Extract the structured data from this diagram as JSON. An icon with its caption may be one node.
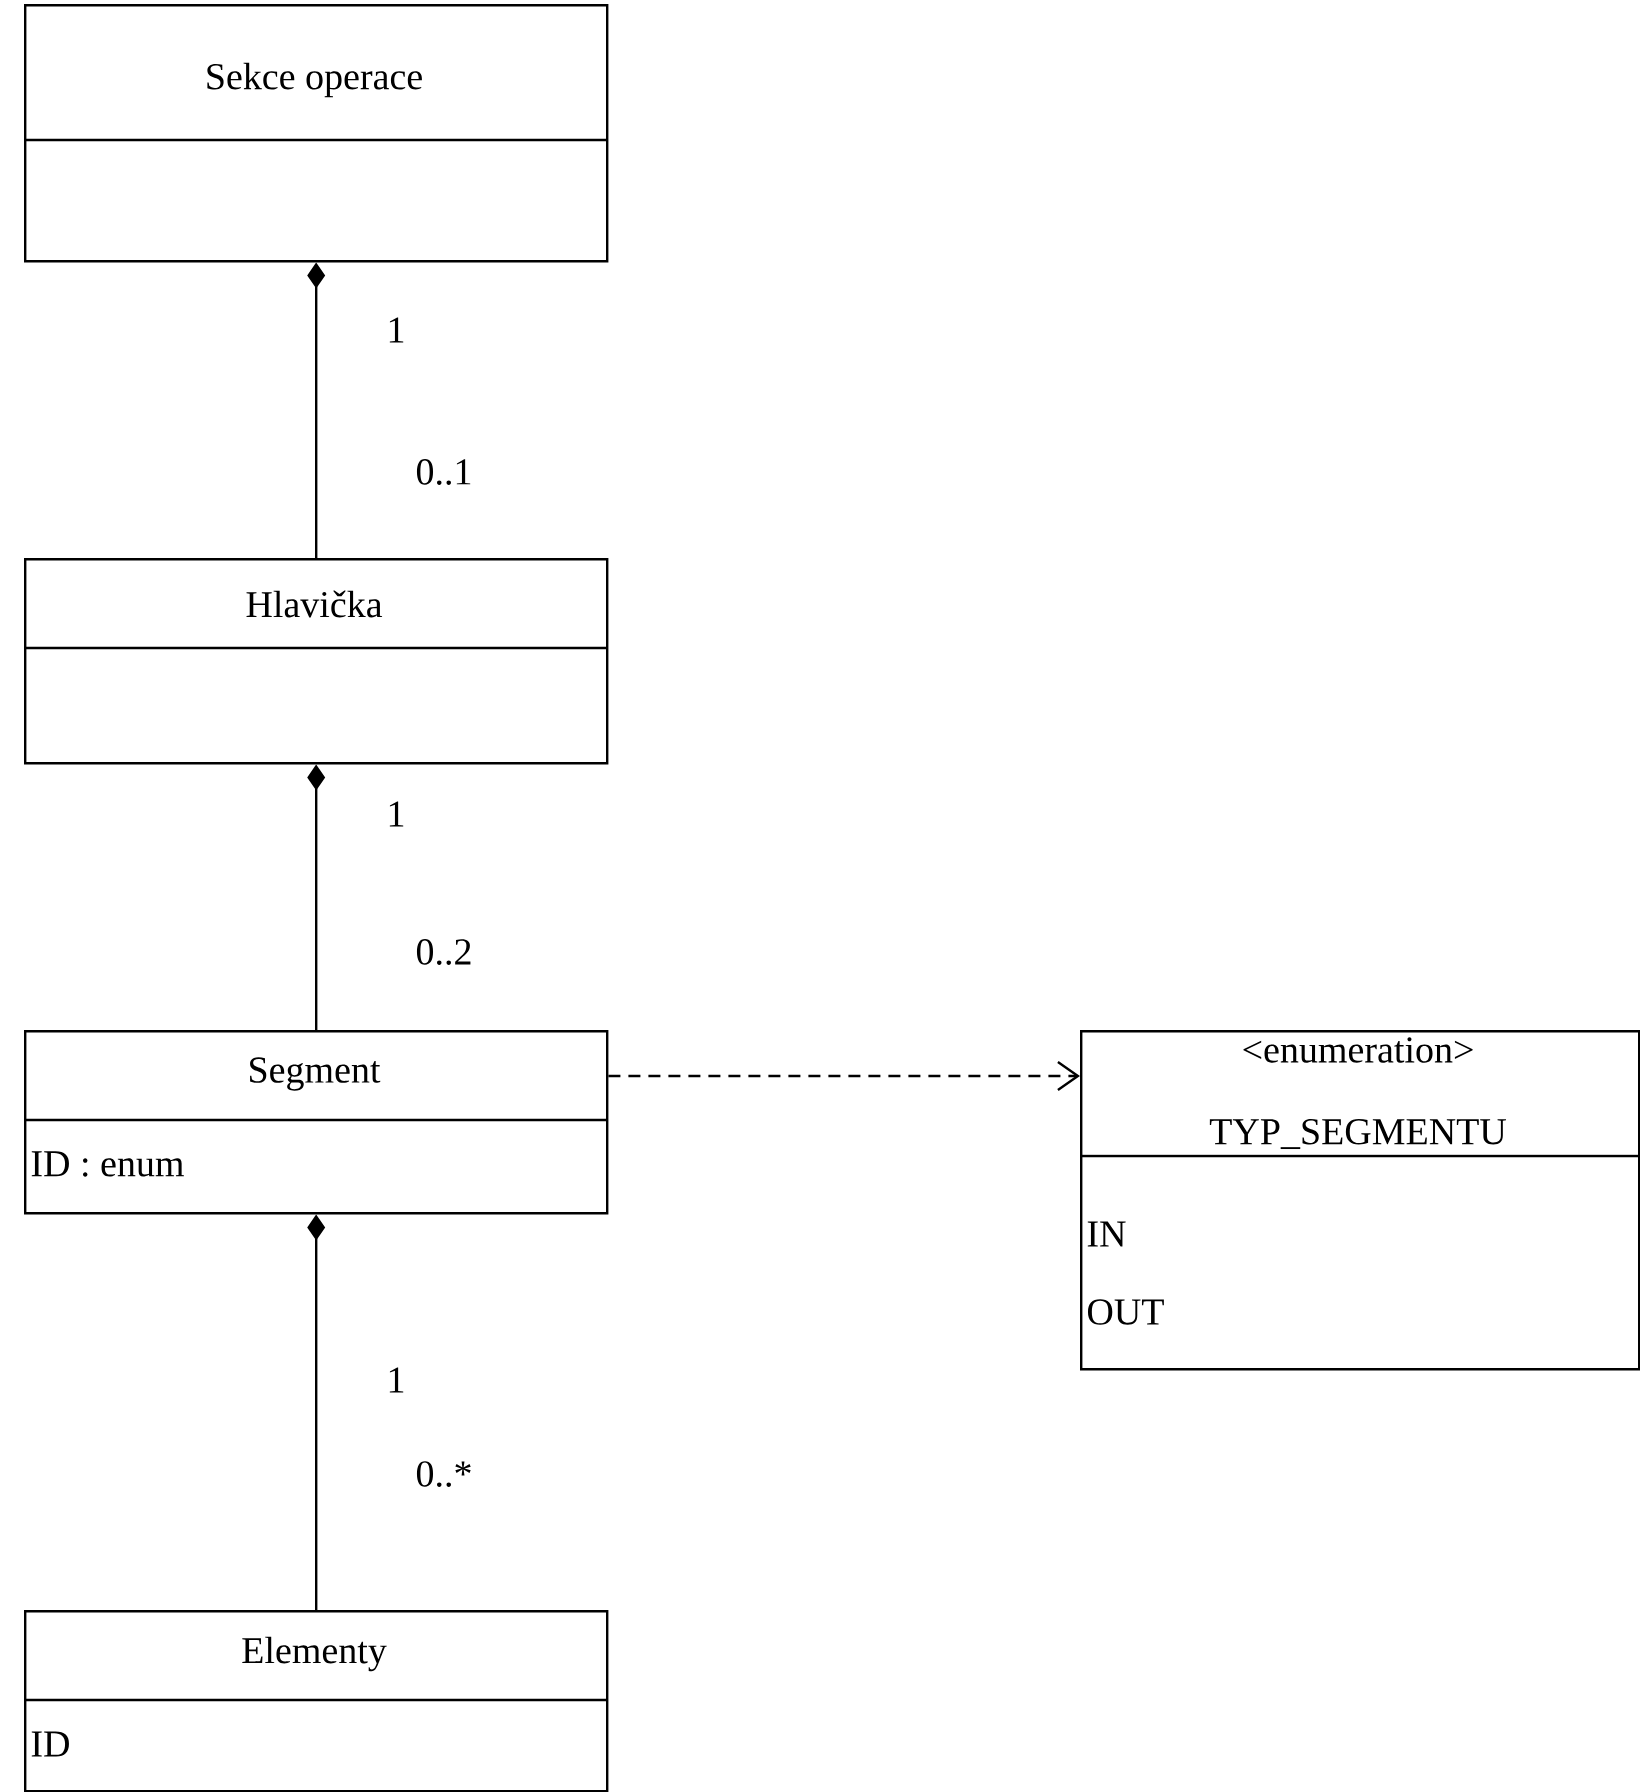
{
  "diagram": {
    "nodes": [
      {
        "text": [
          "Sekce operace"
        ]
      },
      {
        "text": [
          "Hlavička"
        ]
      },
      {
        "text": [
          "Segment",
          "ID : enum"
        ]
      },
      {
        "text": [
          "Elementy",
          "ID"
        ]
      },
      {
        "text": [
          "<enumeration>",
          "TYP_SEGMENTU",
          "IN",
          "OUT"
        ]
      }
    ],
    "edges": [
      {
        "from": 0,
        "to": 1,
        "arrow": "other"
      },
      {
        "from": 1,
        "to": 2,
        "arrow": "other"
      },
      {
        "from": 2,
        "to": 3,
        "arrow": "other"
      },
      {
        "from": 2,
        "to": 4,
        "arrow": "to",
        "style": "dashed"
      }
    ],
    "labels": [
      "1",
      "0..1",
      "1",
      "0..2",
      "1",
      "0..*"
    ]
  }
}
